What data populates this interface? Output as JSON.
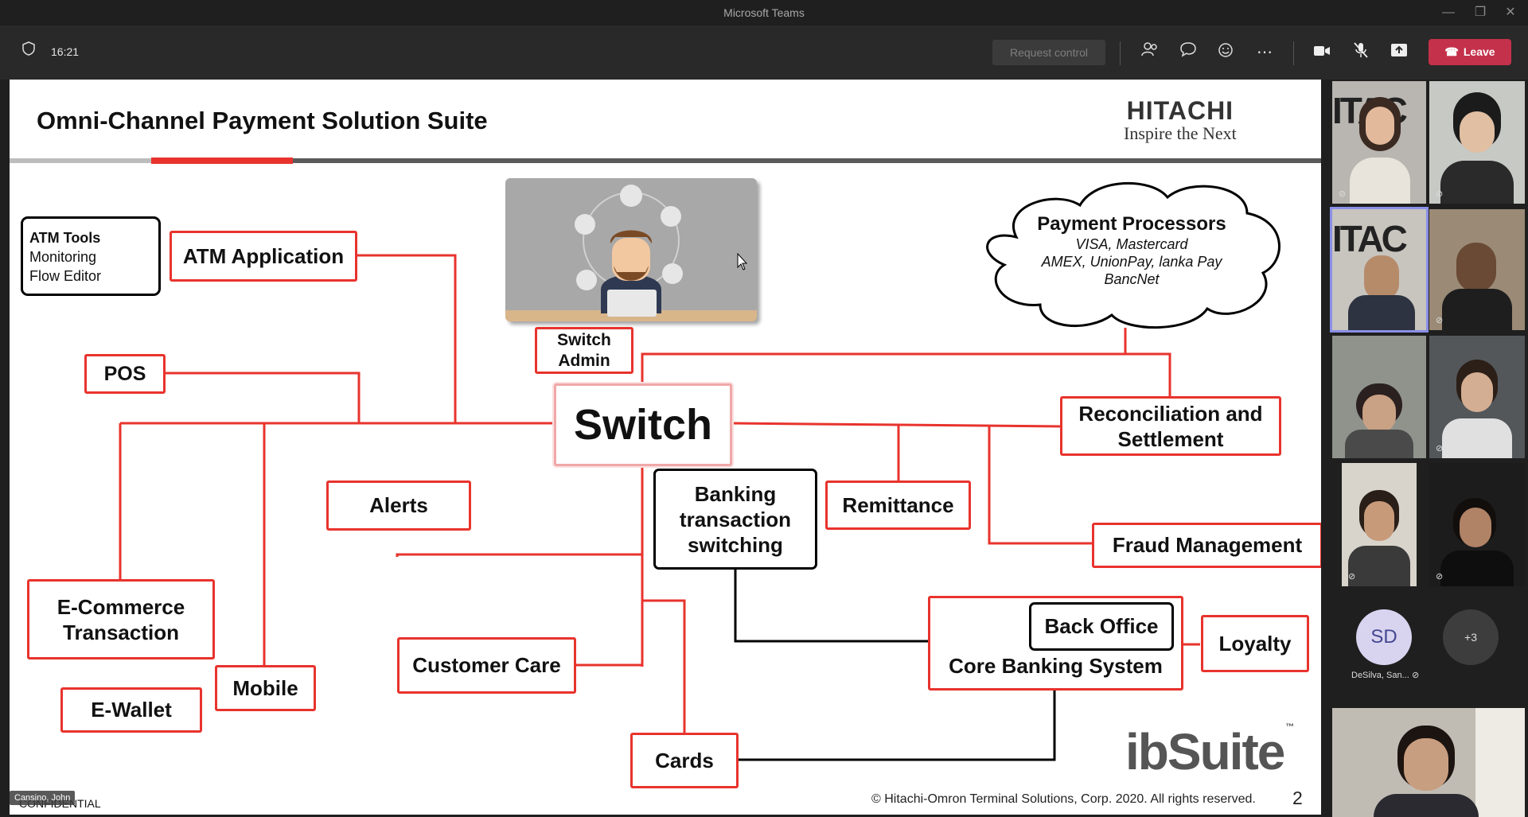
{
  "window": {
    "title": "Microsoft Teams"
  },
  "toolbar": {
    "time": "16:21",
    "request_control": "Request control",
    "leave": "Leave"
  },
  "slide": {
    "title": "Omni-Channel Payment Solution Suite",
    "logo_line1": "HITACHI",
    "logo_line2": "Inspire the Next",
    "atm_tools": [
      "ATM Tools",
      "Monitoring",
      "Flow Editor"
    ],
    "atm_application": "ATM Application",
    "pos": "POS",
    "switch_admin_1": "Switch",
    "switch_admin_2": "Admin",
    "switch": "Switch",
    "payment_processors": "Payment Processors",
    "pp_line1": "VISA, Mastercard",
    "pp_line2": "AMEX, UnionPay, lanka Pay",
    "pp_line3": "BancNet",
    "reconciliation_1": "Reconciliation and",
    "reconciliation_2": "Settlement",
    "alerts": "Alerts",
    "banking_1": "Banking",
    "banking_2": "transaction",
    "banking_3": "switching",
    "remittance": "Remittance",
    "fraud": "Fraud Management",
    "ecommerce_1": "E-Commerce",
    "ecommerce_2": "Transaction",
    "mobile": "Mobile",
    "ewallet": "E-Wallet",
    "customer_care": "Customer Care",
    "cards": "Cards",
    "back_office": "Back Office",
    "core_banking": "Core Banking System",
    "loyalty": "Loyalty",
    "ibsuite": "ibSuite",
    "copyright": "© Hitachi-Omron Terminal Solutions, Corp. 2020. All rights reserved.",
    "page": "2",
    "confidential": "CONFIDENTIAL",
    "presenter": "Cansino, John"
  },
  "participants": {
    "sd_initials": "SD",
    "sd_name": "DeSilva, San...",
    "more": "+3"
  },
  "colors": {
    "accent_red": "#e8332d",
    "leave_red": "#c4314b"
  }
}
